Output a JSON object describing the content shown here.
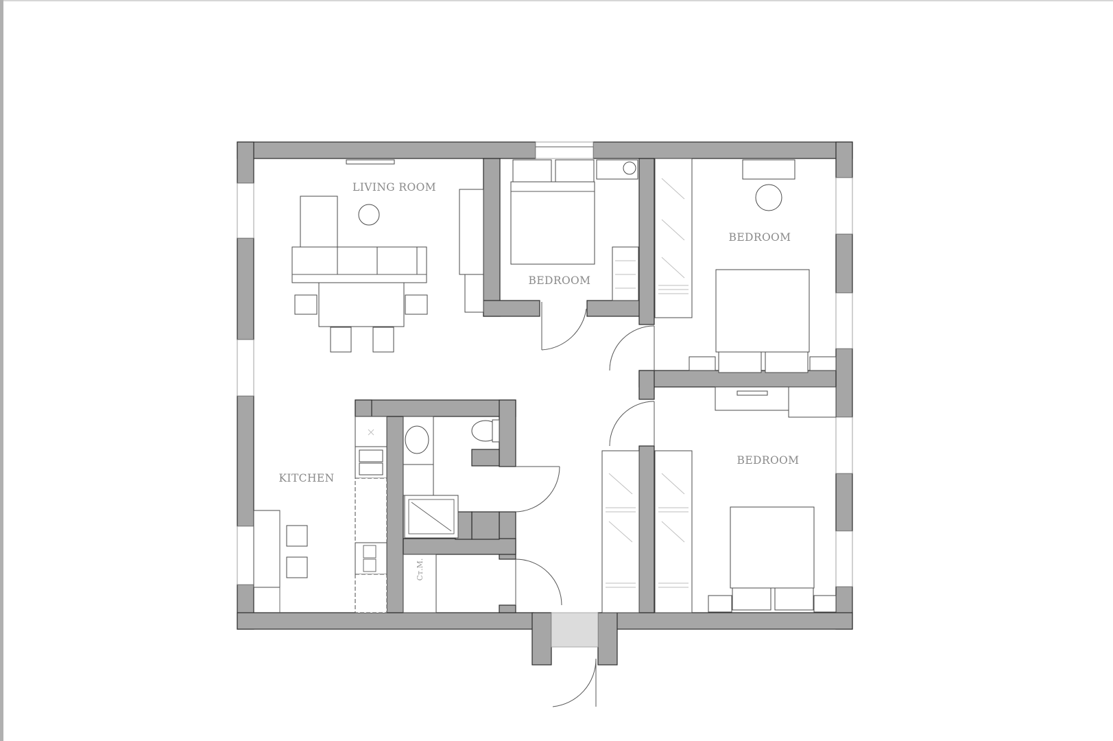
{
  "plan": {
    "rooms": {
      "living_room": "LIVING ROOM",
      "bedroom_small": "BEDROOM",
      "bedroom_top_right": "BEDROOM",
      "bedroom_bottom_right": "BEDROOM",
      "kitchen": "KITCHEN"
    },
    "storage_label": "Ст.М.",
    "colors": {
      "wall_fill": "#a6a6a6",
      "wall_outline": "#2b2b2b",
      "label_text": "#8a8a8a",
      "entrance_floor": "#d9d9d9"
    },
    "icons": {
      "wall": "wall-block",
      "door": "door-swing-arc",
      "window": "window-opening",
      "bed": "double-bed",
      "sofa": "sofa",
      "table": "table",
      "chair": "chair",
      "toilet": "toilet",
      "sink": "sink",
      "shower": "shower",
      "stove": "stove",
      "wardrobe": "wardrobe",
      "lamp": "round-table"
    }
  }
}
